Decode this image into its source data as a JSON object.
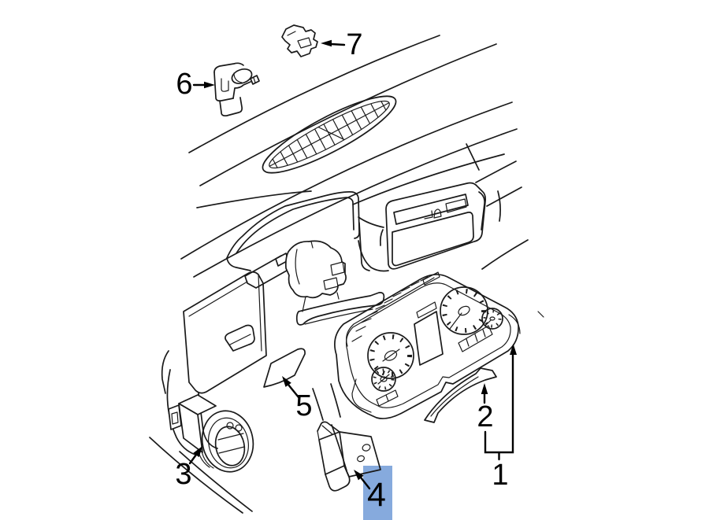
{
  "diagram": {
    "background": "#ffffff"
  },
  "colors": {
    "artwork_line": "#1a1a1a",
    "callout_text": "#000000",
    "highlight_fill": "#86aadd",
    "highlight_text": "#1c3f6e"
  },
  "callouts": [
    {
      "label": "1"
    },
    {
      "label": "2"
    },
    {
      "label": "3"
    },
    {
      "label": "4"
    },
    {
      "label": "5"
    },
    {
      "label": "6"
    },
    {
      "label": "7"
    }
  ]
}
